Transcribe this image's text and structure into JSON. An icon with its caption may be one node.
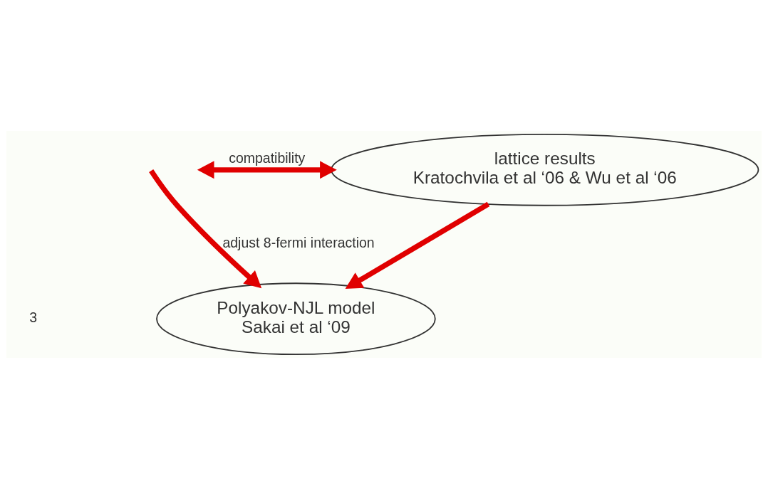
{
  "diagram": {
    "nodes": [
      {
        "text": [
          "lattice results",
          "Kratochvila et al ‘06 & Wu et al ‘06"
        ]
      },
      {
        "text": [
          "Polyakov-NJL model",
          "Sakai et al ‘09"
        ]
      }
    ],
    "edges": [
      {
        "from": null,
        "to": 0,
        "arrow": "both",
        "label": "compatibility"
      },
      {
        "from": 0,
        "to": 1,
        "arrow": "to"
      },
      {
        "from": null,
        "to": 1,
        "arrow": "to",
        "label": "adjust 8-fermi interaction"
      }
    ],
    "labels": [
      "3"
    ]
  }
}
